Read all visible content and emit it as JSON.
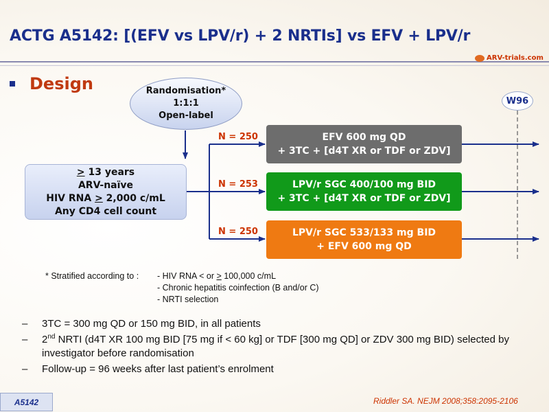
{
  "header": {
    "title": "ACTG A5142: [(EFV vs LPV/r) + 2 NRTIs] vs EFV + LPV/r",
    "logo_text": "ARV-trials.com"
  },
  "section": {
    "title": "Design"
  },
  "randomisation": {
    "line1": "Randomisation*",
    "line2": "1:1:1",
    "line3": "Open-label"
  },
  "population": {
    "line1_symbol": ">",
    "line1_text": " 13 years",
    "line2": "ARV-naïve",
    "line3_pre": "HIV RNA ",
    "line3_symbol": ">",
    "line3_post": " 2,000 c/mL",
    "line4": "Any CD4 cell count"
  },
  "arms": [
    {
      "n": "N = 250",
      "line1": "EFV 600 mg QD",
      "line2": "+ 3TC + [d4T XR or TDF or ZDV]",
      "color": "#6d6d6d"
    },
    {
      "n": "N = 253",
      "line1": "LPV/r SGC 400/100 mg BID",
      "line2": "+ 3TC + [d4T XR or TDF or ZDV]",
      "color": "#119a1a"
    },
    {
      "n": "N = 250",
      "line1": "LPV/r SGC 533/133 mg BID",
      "line2": "+ EFV 600 mg QD",
      "color": "#ef7a12"
    }
  ],
  "timepoint": {
    "label": "W96"
  },
  "stratification": {
    "label": "* Stratified according to :",
    "items": [
      {
        "pre": "- HIV RNA < or ",
        "symbol": ">",
        "post": " 100,000 c/mL"
      },
      {
        "pre": "- Chronic hepatitis coinfection (B and/or C)",
        "symbol": "",
        "post": ""
      },
      {
        "pre": "- NRTI selection",
        "symbol": "",
        "post": ""
      }
    ]
  },
  "notes": [
    {
      "dash": "–",
      "pre": "3TC = 300 mg QD or 150 mg BID, in all patients",
      "sup": "",
      "post": ""
    },
    {
      "dash": "–",
      "pre": "2",
      "sup": "nd",
      "post": " NRTI (d4T XR 100 mg BID [75 mg if < 60 kg] or TDF [300 mg QD] or ZDV 300 mg BID) selected by investigator before randomisation"
    },
    {
      "dash": "–",
      "pre": "Follow-up = 96 weeks after last patient’s enrolment",
      "sup": "",
      "post": ""
    }
  ],
  "footer": {
    "tag": "A5142",
    "reference": "Riddler SA. NEJM 2008;358:2095-2106"
  },
  "colors": {
    "title": "#1a2f8c",
    "accent": "#c03a10",
    "n_label": "#cc3300",
    "line": "#1a2f8c"
  }
}
